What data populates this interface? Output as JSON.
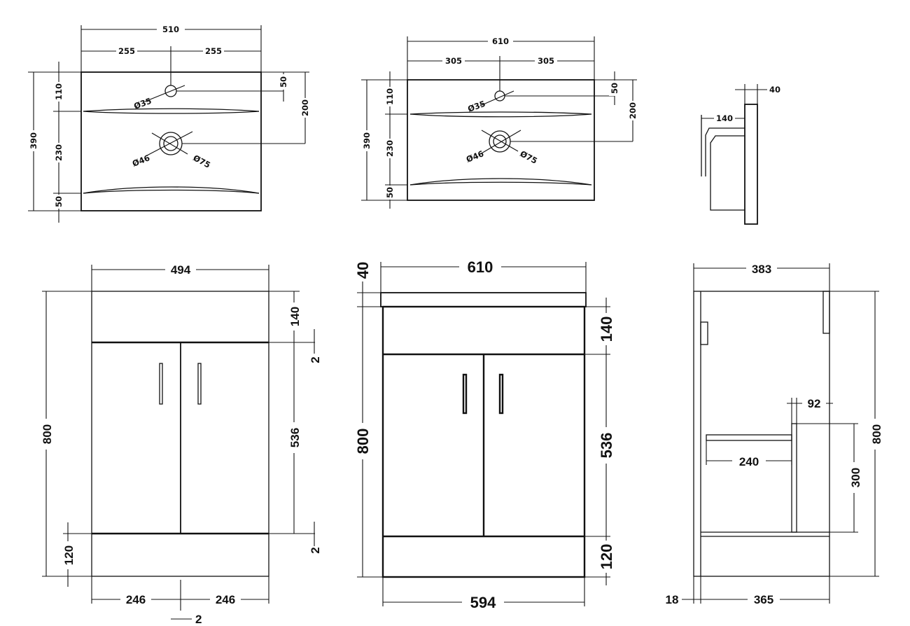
{
  "basin_510": {
    "width": "510",
    "half_left": "255",
    "half_right": "255",
    "height": "390",
    "top_band": "110",
    "middle_band": "230",
    "bottom_band": "50",
    "tap_hole_offset": "50",
    "waste_offset": "200",
    "tap_hole": "Ø35",
    "waste_inner": "Ø46",
    "waste_outer": "Ø75"
  },
  "basin_610": {
    "width": "610",
    "half_left": "305",
    "half_right": "305",
    "height": "390",
    "top_band": "110",
    "middle_band": "230",
    "bottom_band": "50",
    "tap_hole_offset": "50",
    "waste_offset": "200",
    "tap_hole": "Ø35",
    "waste_inner": "Ø46",
    "waste_outer": "Ø75"
  },
  "basin_side": {
    "rim_thickness": "40",
    "bowl_depth": "140"
  },
  "vanity_494": {
    "width": "494",
    "height": "800",
    "top_panel": "140",
    "gap_top": "2",
    "door_height": "536",
    "gap_bottom": "2",
    "plinth": "120",
    "door_left": "246",
    "door_right": "246",
    "door_gap": "2"
  },
  "vanity_610": {
    "top_width": "610",
    "top_thickness": "40",
    "height": "800",
    "top_panel": "140",
    "door_height": "536",
    "plinth": "120",
    "base_width": "594"
  },
  "vanity_side": {
    "depth": "383",
    "height": "800",
    "shelf_offset": "92",
    "shelf_depth": "240",
    "upright_height": "300",
    "panel": "18",
    "inner_depth": "365"
  }
}
